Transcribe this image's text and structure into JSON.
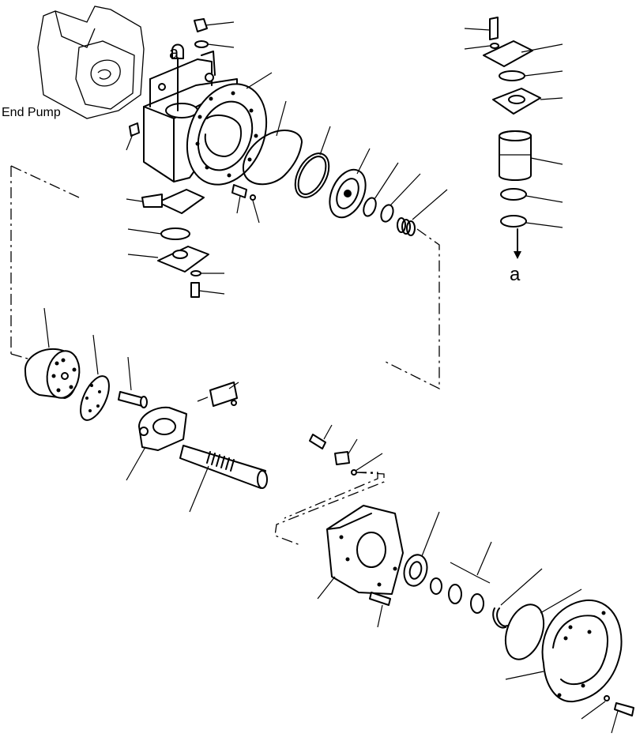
{
  "labels": {
    "end_pump": "End Pump",
    "reference_marker": "a",
    "reference_marker_top": "a"
  }
}
